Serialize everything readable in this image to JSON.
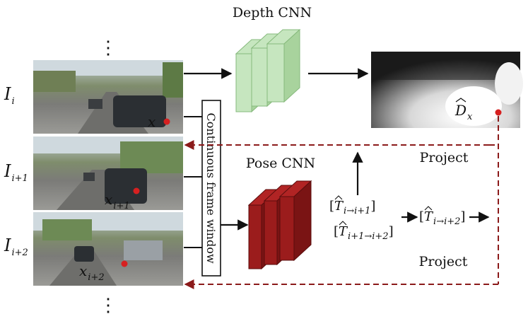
{
  "diagram": {
    "depth_cnn_label": "Depth CNN",
    "pose_cnn_label": "Pose CNN",
    "window_label": "Continuous frame window",
    "project_top_label": "Project",
    "project_bottom_label": "Project",
    "depth_output": {
      "base": "D",
      "sub": "x",
      "hat": "^"
    },
    "frames": [
      {
        "name": "I",
        "sub": "i",
        "point_base": "x",
        "point_sub": ""
      },
      {
        "name": "I",
        "sub": "i+1",
        "point_base": "x",
        "point_sub": "i+1"
      },
      {
        "name": "I",
        "sub": "i+2",
        "point_base": "x",
        "point_sub": "i+2"
      }
    ],
    "pose_outputs": [
      {
        "base": "T",
        "sub": "i→i+1"
      },
      {
        "base": "T",
        "sub": "i+1→i+2"
      }
    ],
    "composed_pose": {
      "base": "T",
      "sub": "i→i+2"
    },
    "ellipsis": "⋮"
  },
  "colors": {
    "depth_cnn": "#c6e6bf",
    "depth_cnn_edge": "#86b97c",
    "pose_cnn": "#9b1c1c",
    "pose_cnn_edge": "#5a0d0d",
    "project_line": "#8b1a1a",
    "point": "#d62020",
    "arrow": "#111111"
  }
}
